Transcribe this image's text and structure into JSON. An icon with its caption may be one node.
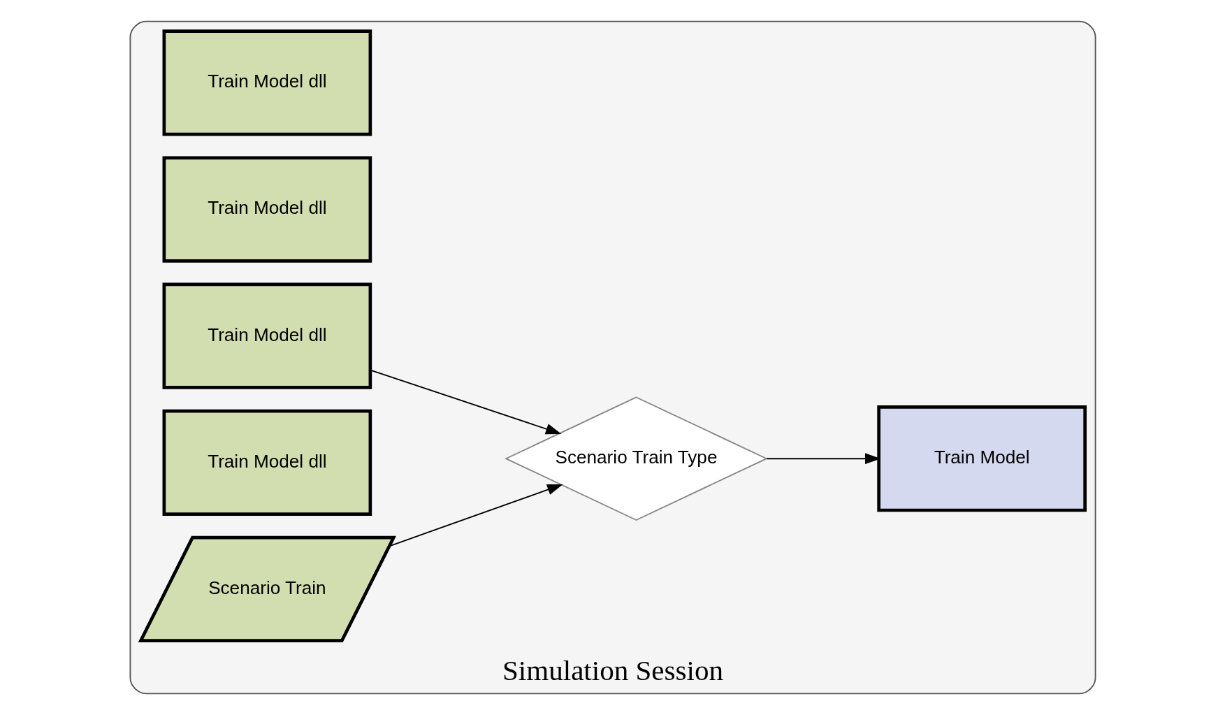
{
  "diagram": {
    "nodes": [
      {
        "text": [
          "Simulation Session"
        ]
      },
      {
        "text": [
          "Train Model dll"
        ],
        "in": 0
      },
      {
        "text": [
          "Train Model dll"
        ],
        "in": 0
      },
      {
        "text": [
          "Train Model dll"
        ],
        "in": 0
      },
      {
        "text": [
          "Train Model dll"
        ],
        "in": 0
      },
      {
        "text": [
          "Scenario Train"
        ],
        "in": 0
      },
      {
        "text": [
          "Scenario Train Type"
        ],
        "in": 0
      },
      {
        "text": [
          "Train Model"
        ],
        "in": 0
      }
    ],
    "edges": [
      {
        "from": 5,
        "to": 6,
        "arrow": "to"
      },
      {
        "from": 3,
        "to": 6,
        "arrow": "to"
      },
      {
        "from": 6,
        "to": 7,
        "arrow": "to"
      }
    ]
  }
}
